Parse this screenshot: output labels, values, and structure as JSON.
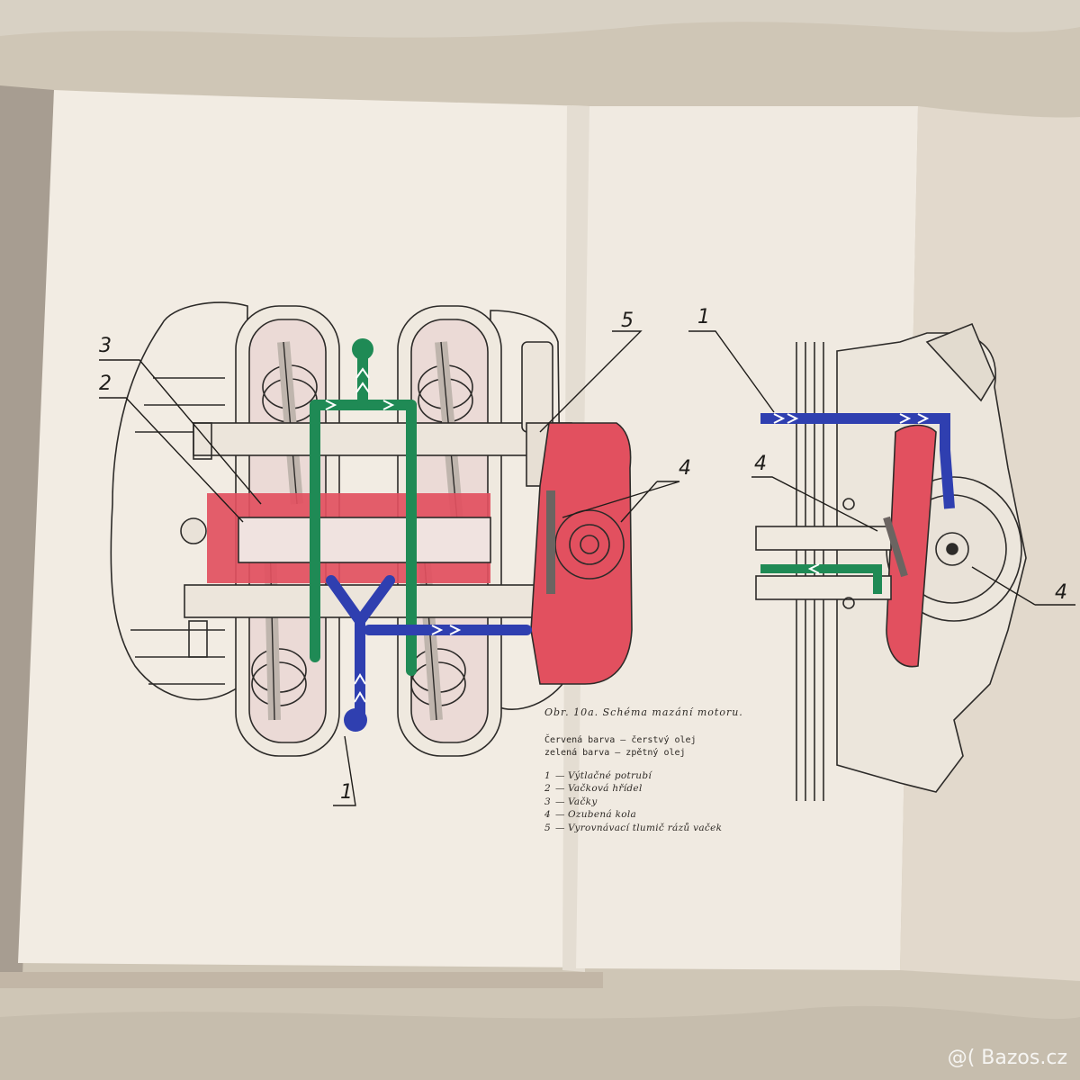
{
  "figure": {
    "title": "Obr. 10a. Schéma mazání motoru.",
    "legend": [
      "Červená barva — čerstvý olej",
      "zelená barva — zpětný olej"
    ],
    "items": [
      {
        "num": "1",
        "label": "Výtlačné potrubí"
      },
      {
        "num": "2",
        "label": "Vačková hřídel"
      },
      {
        "num": "3",
        "label": "Vačky"
      },
      {
        "num": "4",
        "label": "Ozubená kola"
      },
      {
        "num": "5",
        "label": "Vyrovnávací tlumič rázů vaček"
      }
    ]
  },
  "callouts": {
    "c3": "3",
    "c2": "2",
    "c1_left": "1",
    "c5": "5",
    "c4_mid": "4",
    "c1_right": "1",
    "c4_right_a": "4",
    "c4_right_b": "4"
  },
  "watermark": "@( Bazos.cz",
  "colors": {
    "fresh_oil": "#e2505f",
    "return_oil": "#1f8a55",
    "pressure": "#2f3fb0",
    "paper": "#f1ebe2"
  }
}
